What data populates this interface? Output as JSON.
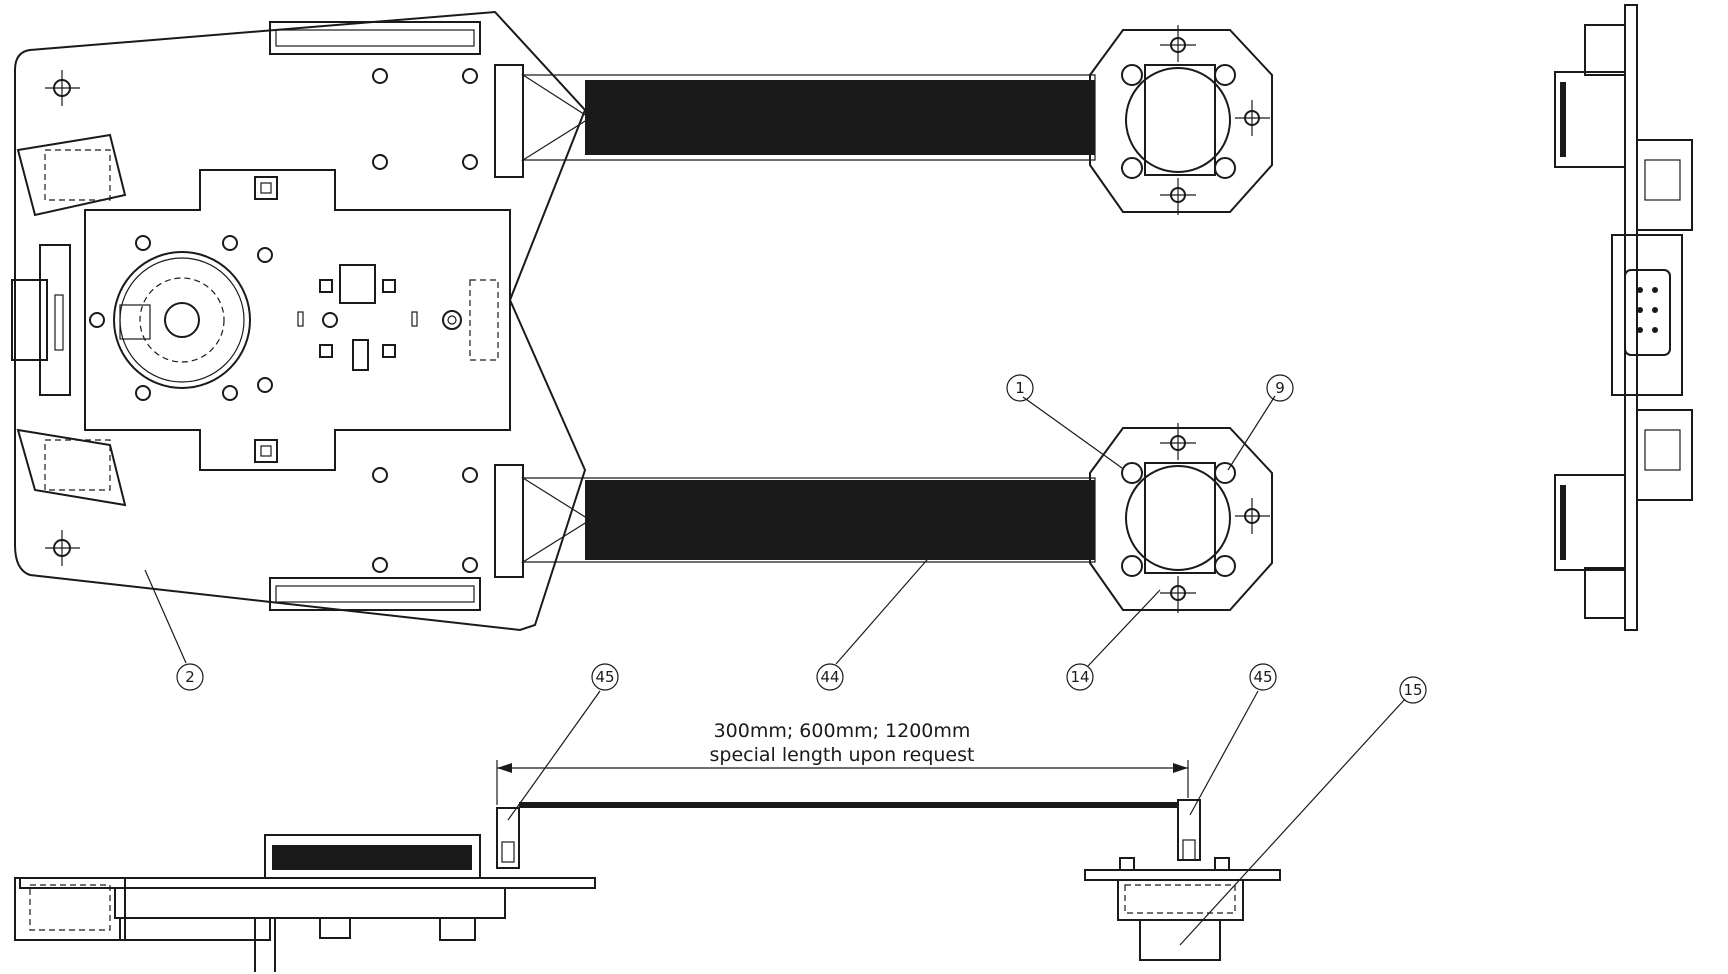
{
  "callouts": {
    "c1": "1",
    "c2": "2",
    "c9": "9",
    "c14": "14",
    "c15": "15",
    "c44": "44",
    "c45_left": "45",
    "c45_right": "45"
  },
  "dimension": {
    "line1": "300mm; 600mm; 1200mm",
    "line2": "special length upon request"
  }
}
